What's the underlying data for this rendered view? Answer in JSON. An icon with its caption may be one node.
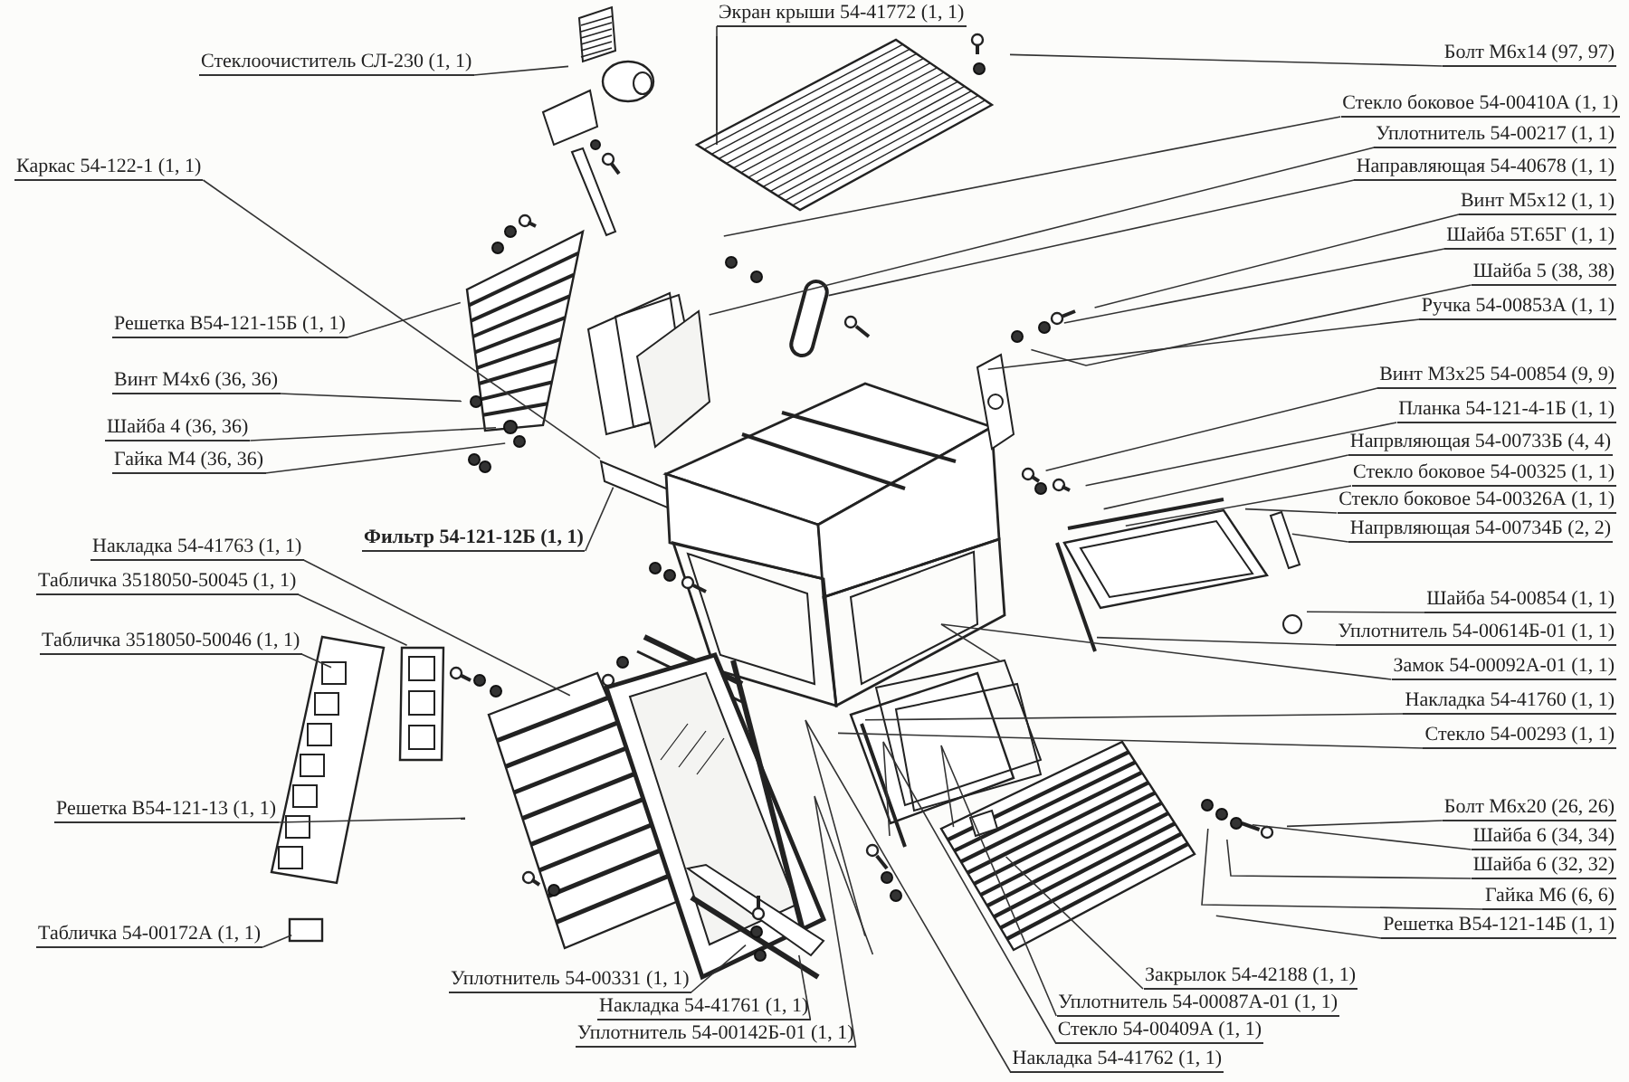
{
  "diagram": {
    "nodes": [
      {
        "text": [
          "Экран крыши 54-41772 (1, 1)"
        ]
      },
      {
        "text": [
          "Болт М6х14 (97, 97)"
        ]
      },
      {
        "text": [
          "Стеклоочиститель СЛ-230 (1, 1)"
        ]
      },
      {
        "text": [
          "Стекло боковое 54-00410А (1, 1)"
        ]
      },
      {
        "text": [
          "Уплотнитель 54-00217 (1, 1)"
        ]
      },
      {
        "text": [
          "Направляющая 54-40678 (1, 1)"
        ]
      },
      {
        "text": [
          "Каркас 54-122-1 (1, 1)"
        ]
      },
      {
        "text": [
          "Винт М5х12 (1, 1)"
        ]
      },
      {
        "text": [
          "Шайба 5Т.65Г (1, 1)"
        ]
      },
      {
        "text": [
          "Шайба 5 (38, 38)"
        ]
      },
      {
        "text": [
          "Ручка 54-00853А (1, 1)"
        ]
      },
      {
        "text": [
          "Решетка В54-121-15Б (1, 1)"
        ]
      },
      {
        "text": [
          "Винт М4х6 (36, 36)"
        ]
      },
      {
        "text": [
          "Винт М3х25 54-00854 (9, 9)"
        ]
      },
      {
        "text": [
          "Планка 54-121-4-1Б (1, 1)"
        ]
      },
      {
        "text": [
          "Шайба 4 (36, 36)"
        ]
      },
      {
        "text": [
          "Напрвляющая 54-00733Б (4, 4)"
        ]
      },
      {
        "text": [
          "Гайка М4 (36, 36)"
        ]
      },
      {
        "text": [
          "Стекло боковое 54-00325 (1, 1)"
        ]
      },
      {
        "text": [
          "Стекло боковое 54-00326А (1, 1)"
        ]
      },
      {
        "text": [
          "Напрвляющая 54-00734Б (2, 2)"
        ]
      },
      {
        "text": [
          "Фильтр 54-121-12Б (1, 1)"
        ]
      },
      {
        "text": [
          "Накладка 54-41763 (1, 1)"
        ]
      },
      {
        "text": [
          "Табличка 3518050-50045 (1, 1)"
        ]
      },
      {
        "text": [
          "Шайба 54-00854 (1, 1)"
        ]
      },
      {
        "text": [
          "Уплотнитель 54-00614Б-01 (1, 1)"
        ]
      },
      {
        "text": [
          "Табличка 3518050-50046 (1, 1)"
        ]
      },
      {
        "text": [
          "Замок 54-00092А-01 (1, 1)"
        ]
      },
      {
        "text": [
          "Накладка 54-41760 (1, 1)"
        ]
      },
      {
        "text": [
          "Стекло 54-00293 (1, 1)"
        ]
      },
      {
        "text": [
          "Решетка В54-121-13 (1, 1)"
        ]
      },
      {
        "text": [
          "Болт М6х20 (26, 26)"
        ]
      },
      {
        "text": [
          "Шайба 6 (34, 34)"
        ]
      },
      {
        "text": [
          "Шайба 6 (32, 32)"
        ]
      },
      {
        "text": [
          "Гайка М6 (6, 6)"
        ]
      },
      {
        "text": [
          "Решетка В54-121-14Б (1, 1)"
        ]
      },
      {
        "text": [
          "Табличка 54-00172А (1, 1)"
        ]
      },
      {
        "text": [
          "Закрылок 54-42188 (1, 1)"
        ]
      },
      {
        "text": [
          "Уплотнитель 54-00331 (1, 1)"
        ]
      },
      {
        "text": [
          "Уплотнитель 54-00087А-01 (1, 1)"
        ]
      },
      {
        "text": [
          "Накладка 54-41761 (1, 1)"
        ]
      },
      {
        "text": [
          "Стекло 54-00409А (1, 1)"
        ]
      },
      {
        "text": [
          "Уплотнитель 54-00142Б-01 (1, 1)"
        ]
      },
      {
        "text": [
          "Накладка 54-41762 (1, 1)"
        ]
      }
    ],
    "edges": [
      {
        "from": 0,
        "to": null,
        "arrow": "none"
      },
      {
        "from": 1,
        "to": null,
        "arrow": "none"
      },
      {
        "from": 2,
        "to": null,
        "arrow": "none"
      },
      {
        "from": 3,
        "to": null,
        "arrow": "none"
      },
      {
        "from": 4,
        "to": null,
        "arrow": "none"
      },
      {
        "from": 5,
        "to": null,
        "arrow": "none"
      },
      {
        "from": 6,
        "to": null,
        "arrow": "none"
      },
      {
        "from": 7,
        "to": null,
        "arrow": "none"
      },
      {
        "from": 8,
        "to": null,
        "arrow": "none"
      },
      {
        "from": 9,
        "to": null,
        "arrow": "none"
      },
      {
        "from": 10,
        "to": null,
        "arrow": "none"
      },
      {
        "from": 11,
        "to": null,
        "arrow": "none"
      },
      {
        "from": 12,
        "to": null,
        "arrow": "none"
      },
      {
        "from": 13,
        "to": null,
        "arrow": "none"
      },
      {
        "from": 14,
        "to": null,
        "arrow": "none"
      },
      {
        "from": 15,
        "to": null,
        "arrow": "none"
      },
      {
        "from": 16,
        "to": null,
        "arrow": "none"
      },
      {
        "from": 17,
        "to": null,
        "arrow": "none"
      },
      {
        "from": 18,
        "to": null,
        "arrow": "none"
      },
      {
        "from": 19,
        "to": null,
        "arrow": "none"
      },
      {
        "from": 20,
        "to": null,
        "arrow": "none"
      },
      {
        "from": 21,
        "to": null,
        "arrow": "none"
      },
      {
        "from": 22,
        "to": null,
        "arrow": "none"
      },
      {
        "from": 23,
        "to": null,
        "arrow": "none"
      },
      {
        "from": 24,
        "to": null,
        "arrow": "none"
      },
      {
        "from": 25,
        "to": null,
        "arrow": "none"
      },
      {
        "from": 26,
        "to": null,
        "arrow": "none"
      },
      {
        "from": 27,
        "to": null,
        "arrow": "none"
      },
      {
        "from": 28,
        "to": null,
        "arrow": "none"
      },
      {
        "from": 29,
        "to": null,
        "arrow": "none"
      },
      {
        "from": 30,
        "to": null,
        "arrow": "none"
      },
      {
        "from": 31,
        "to": null,
        "arrow": "none"
      },
      {
        "from": 32,
        "to": null,
        "arrow": "none"
      },
      {
        "from": 33,
        "to": null,
        "arrow": "none"
      },
      {
        "from": 34,
        "to": null,
        "arrow": "none"
      },
      {
        "from": 35,
        "to": null,
        "arrow": "none"
      },
      {
        "from": 36,
        "to": null,
        "arrow": "none"
      },
      {
        "from": 37,
        "to": null,
        "arrow": "none"
      },
      {
        "from": 38,
        "to": null,
        "arrow": "none"
      },
      {
        "from": 39,
        "to": null,
        "arrow": "none"
      },
      {
        "from": 40,
        "to": null,
        "arrow": "none"
      },
      {
        "from": 41,
        "to": null,
        "arrow": "none"
      },
      {
        "from": 42,
        "to": null,
        "arrow": "none"
      },
      {
        "from": 43,
        "to": null,
        "arrow": "none"
      }
    ]
  }
}
